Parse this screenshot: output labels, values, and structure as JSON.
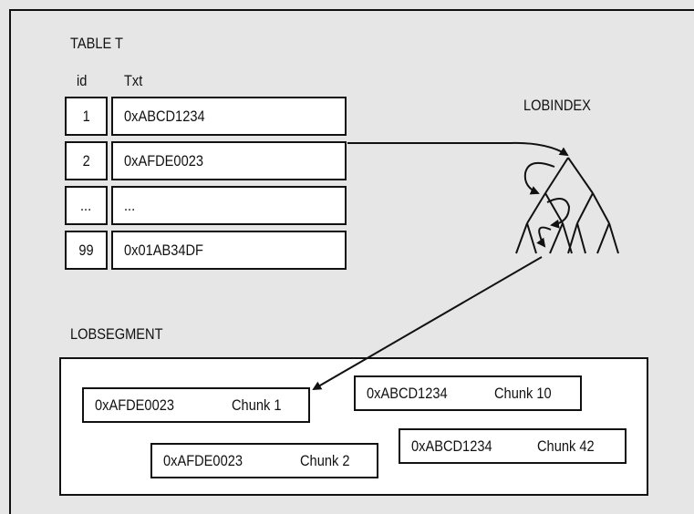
{
  "table": {
    "title": "TABLE T",
    "col_id": "id",
    "col_txt": "Txt",
    "rows": [
      {
        "id": "1",
        "txt": "0xABCD1234"
      },
      {
        "id": "2",
        "txt": "0xAFDE0023"
      },
      {
        "id": "...",
        "txt": "..."
      },
      {
        "id": "99",
        "txt": "0x01AB34DF"
      }
    ]
  },
  "lobindex": {
    "label": "LOBINDEX"
  },
  "lobsegment": {
    "label": "LOBSEGMENT",
    "chunks": [
      {
        "address": "0xAFDE0023",
        "name": "Chunk 1"
      },
      {
        "address": "0xABCD1234",
        "name": "Chunk 10"
      },
      {
        "address": "0xAFDE0023",
        "name": "Chunk 2"
      },
      {
        "address": "0xABCD1234",
        "name": "Chunk 42"
      }
    ]
  }
}
